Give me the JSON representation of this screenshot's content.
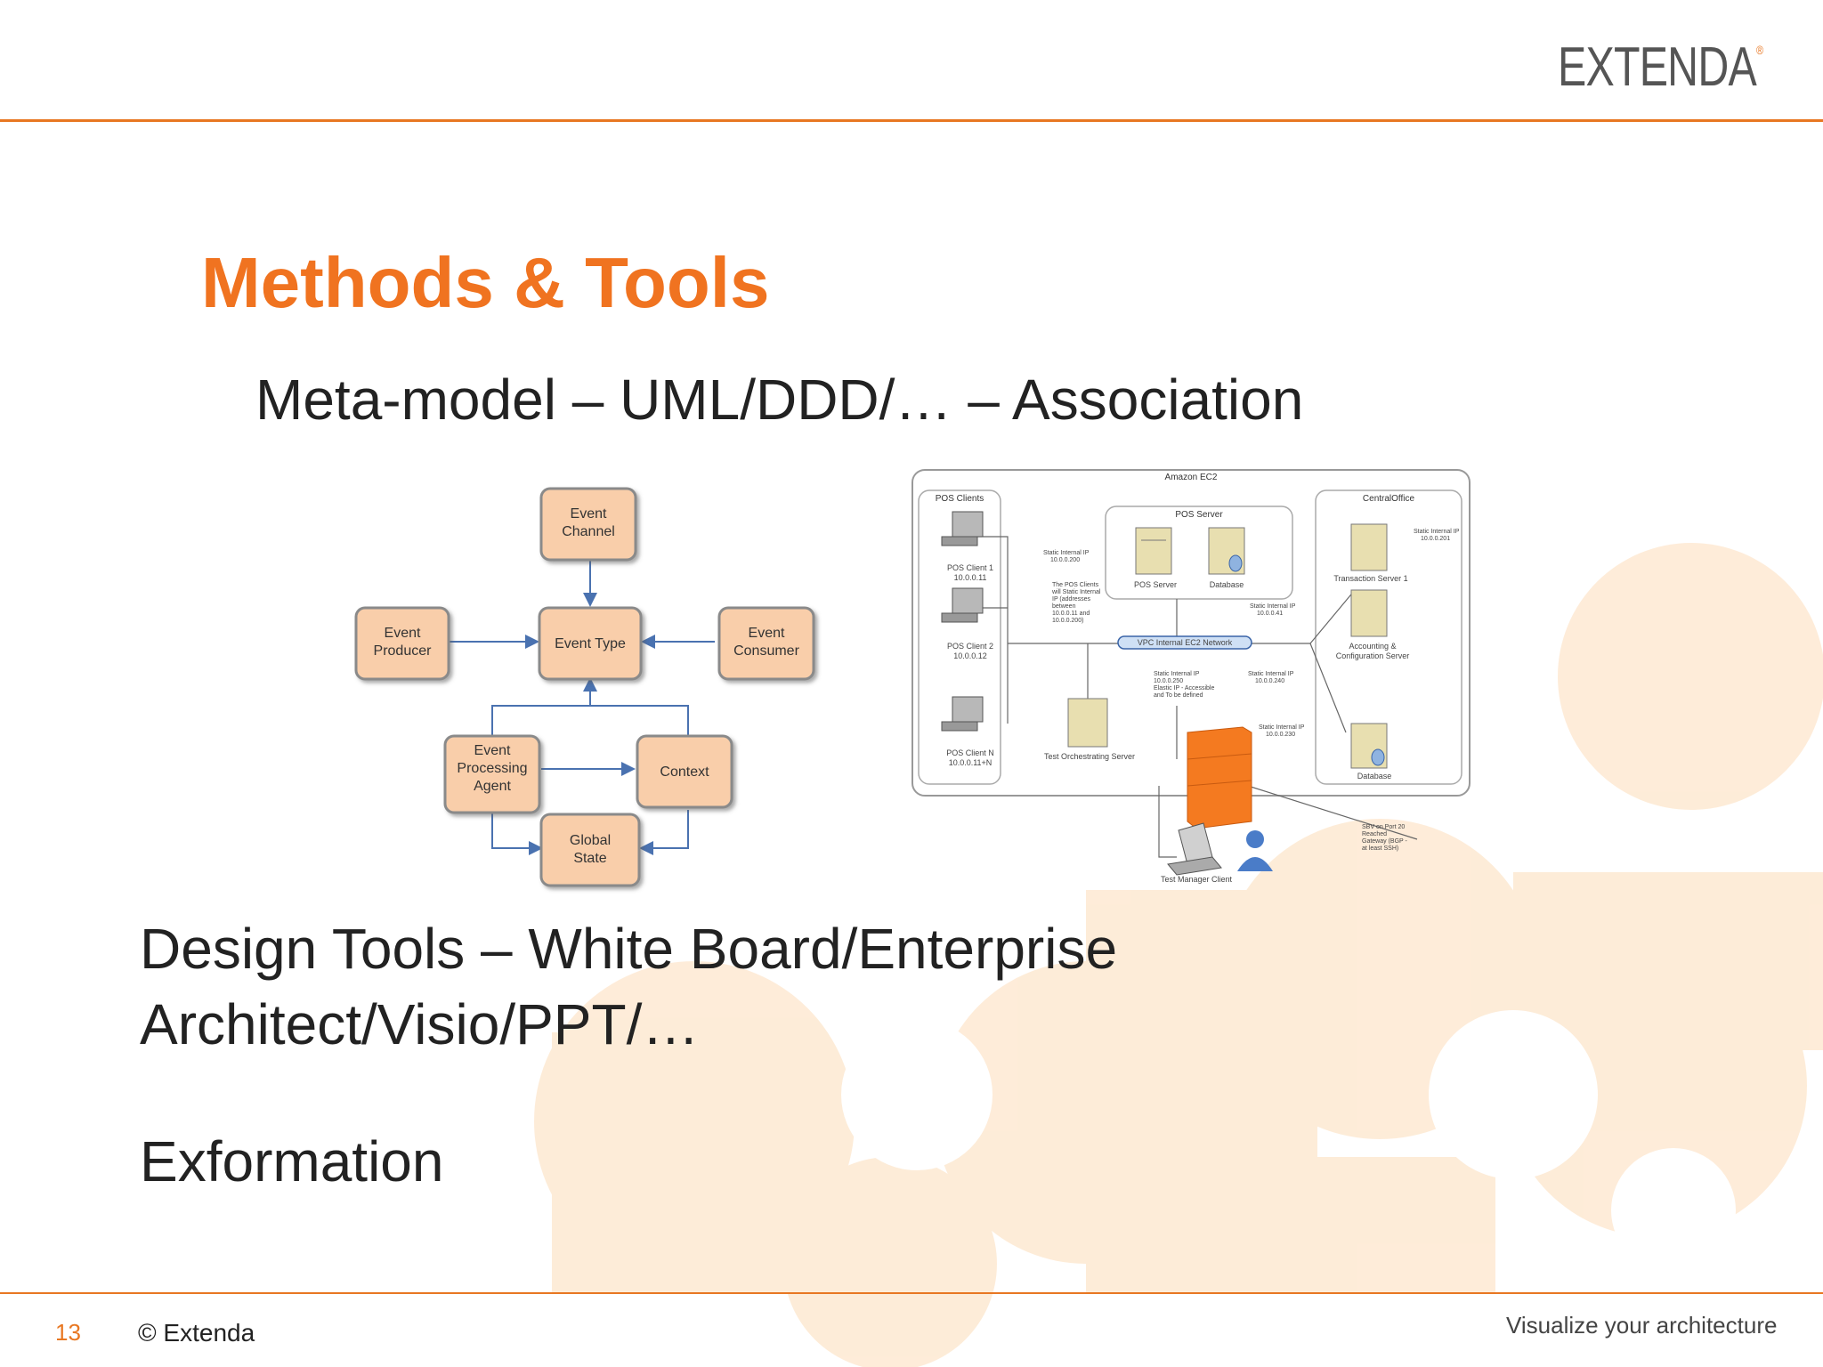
{
  "header": {
    "logo_text": "EXTENDA",
    "logo_mark": "®",
    "accent_color": "#e87722",
    "title_color": "#f07320"
  },
  "slide": {
    "title": "Methods & Tools",
    "subtitle": "Meta-model – UML/DDD/… – Association",
    "design_tools_line1": "Design Tools – White Board/Enterprise",
    "design_tools_line2": "Architect/Visio/PPT/…",
    "exformation": "Exformation"
  },
  "footer": {
    "page_number": "13",
    "copyright": "© Extenda",
    "tagline": "Visualize your architecture"
  },
  "event_diagram": {
    "nodes": {
      "event_channel": [
        "Event",
        "Channel"
      ],
      "event_producer": [
        "Event",
        "Producer"
      ],
      "event_type": [
        "Event Type"
      ],
      "event_consumer": [
        "Event",
        "Consumer"
      ],
      "event_processing_agent": [
        "Event",
        "Processing",
        "Agent"
      ],
      "context": [
        "Context"
      ],
      "global_state": [
        "Global",
        "State"
      ]
    }
  },
  "network_diagram": {
    "cloud": "Amazon EC2",
    "pos_clients_group": "POS Clients",
    "pos_server_group": "POS Server",
    "centraloffice_group": "CentralOffice",
    "pos_client_1": [
      "POS Client 1",
      "10.0.0.11"
    ],
    "pos_client_2": [
      "POS Client 2",
      "10.0.0.12"
    ],
    "pos_client_n": [
      "POS Client N",
      "10.0.0.11+N"
    ],
    "pos_server": "POS Server",
    "database": "Database",
    "vpc_network": "VPC Internal EC2 Network",
    "transaction_server": "Transaction Server 1",
    "accounting_server": [
      "Accounting &",
      "Configuration Server"
    ],
    "co_database": "Database",
    "test_orchestrating_server": "Test Orchestrating Server",
    "test_manager_client": "Test Manager Client",
    "note_static_ip_server": [
      "Static Internal IP",
      "10.0.0.200"
    ],
    "note_pos_clients": [
      "The POS Clients",
      "will Static Internal",
      "IP (addresses",
      "between",
      "10.0.0.11 and",
      "10.0.0.200)"
    ],
    "note_static_ip_db": [
      "Static Internal IP",
      "10.0.0.41"
    ],
    "note_co_ip": [
      "Static Internal IP",
      "10.0.0.201"
    ],
    "note_test_server": [
      "Static Internal IP",
      "10.0.0.250",
      "Elastic IP - Accessible",
      "and To be defined"
    ],
    "note_ip_3": [
      "Static Internal IP",
      "10.0.0.240"
    ],
    "note_ip_4": [
      "Static Internal IP",
      "10.0.0.230"
    ],
    "note_vpn": [
      "SBV on Port 20",
      "Reached",
      "Gateway (BGP -",
      "at least SSH)"
    ]
  }
}
